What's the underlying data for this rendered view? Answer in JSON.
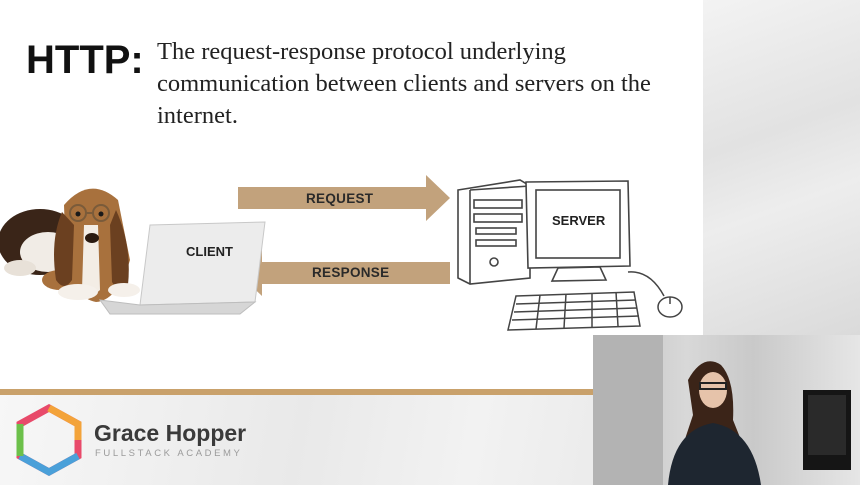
{
  "slide": {
    "term": "HTTP:",
    "definition": "The request-response protocol underlying communication between clients and servers on the internet.",
    "request_label": "REQUEST",
    "response_label": "RESPONSE",
    "client_label": "CLIENT",
    "server_label": "SERVER"
  },
  "branding": {
    "name": "Grace Hopper",
    "subtitle": "FULLSTACK ACADEMY"
  },
  "colors": {
    "arrow": "#c2a27c",
    "accent_bar": "#c9a16b"
  },
  "icons": [
    "basset-hound-image",
    "laptop-icon",
    "desktop-computer-icon",
    "keyboard-icon",
    "mouse-icon",
    "grace-hopper-logo-icon"
  ]
}
